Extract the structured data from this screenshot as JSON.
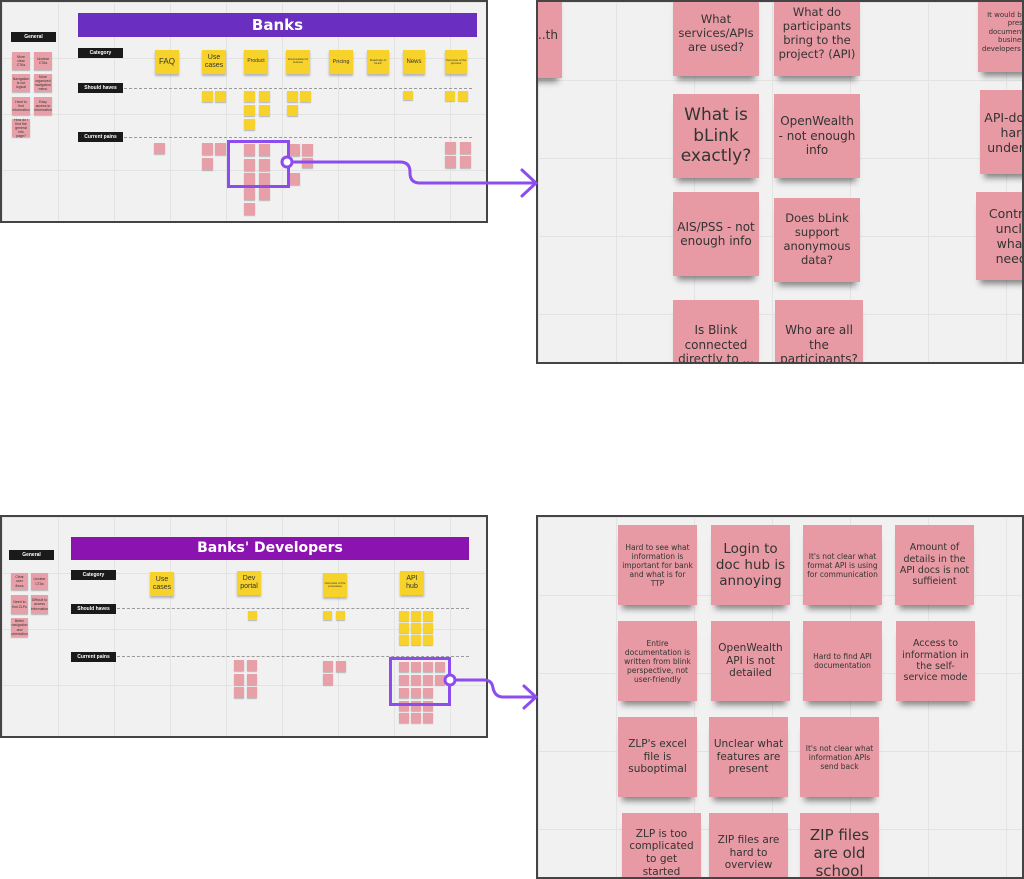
{
  "top_board": {
    "title": "Banks",
    "general_label": "General",
    "row_labels": [
      "Category",
      "Should haves",
      "Current pains"
    ],
    "general_stickies": [
      "More clear CTAs",
      "Unclear CTAs",
      "Navigation is not logical",
      "More organized navigation menu",
      "Hard to find information",
      "Easy access to information",
      "How do I find the general info page?"
    ],
    "categories": [
      "FAQ",
      "Use cases",
      "Product",
      "Documentation for business",
      "Pricing",
      "Roadmap of bLink",
      "News",
      "Overview of the process"
    ]
  },
  "top_zoom": {
    "stickies": [
      {
        "text": "What services/APIs are used?"
      },
      {
        "text": "What do participants bring to the project? (API)"
      },
      {
        "text": "It would be good to present documentation for business and developers separately"
      },
      {
        "text": "What is bLink exactly?"
      },
      {
        "text": "OpenWealth - not enough info"
      },
      {
        "text": "API-docs are hard to understand"
      },
      {
        "text": "AIS/PSS - not enough info"
      },
      {
        "text": "Does bLink support anonymous data?"
      },
      {
        "text": "Contracts unclear what is needed"
      },
      {
        "text": "Is Blink connected directly to ..."
      },
      {
        "text": "Who are all the participants?"
      },
      {
        "text": "...on ...th"
      }
    ]
  },
  "bottom_board": {
    "title": "Banks' Developers",
    "general_label": "General",
    "row_labels": [
      "Category",
      "Should haves",
      "Current pains"
    ],
    "general_stickies": [
      "Clear user flows",
      "Unclear CTAs",
      "Need to find ZLPs",
      "Difficult to access information",
      "Better navigation and orientation"
    ],
    "categories": [
      "Use cases",
      "Dev portal",
      "Overview of the processes",
      "API hub"
    ]
  },
  "bottom_zoom": {
    "stickies": [
      {
        "text": "Hard to see what information is important for bank and what is for TTP"
      },
      {
        "text": "Login to doc hub is annoying"
      },
      {
        "text": "It's not clear what format API is using for communication"
      },
      {
        "text": "Amount of details in the API docs is not suffieient"
      },
      {
        "text": "Entire documentation is written from blink perspective, not user-friendly"
      },
      {
        "text": "OpenWealth API is not detailed"
      },
      {
        "text": "Hard to find API documentation"
      },
      {
        "text": "Access to information in the self-service mode"
      },
      {
        "text": "ZLP's excel file is suboptimal"
      },
      {
        "text": "Unclear what features are present"
      },
      {
        "text": "It's not clear what information APIs send back"
      },
      {
        "text": "ZLP is too complicated to get started"
      },
      {
        "text": "ZIP files are hard to overview"
      },
      {
        "text": "ZIP files are old school"
      }
    ]
  },
  "colors": {
    "banner_banks": "#6a2ec1",
    "banner_devs": "#8b14b0",
    "sticky_pink": "#e79aa3",
    "sticky_yellow": "#f6d22a",
    "connector": "#8c4cf0"
  }
}
